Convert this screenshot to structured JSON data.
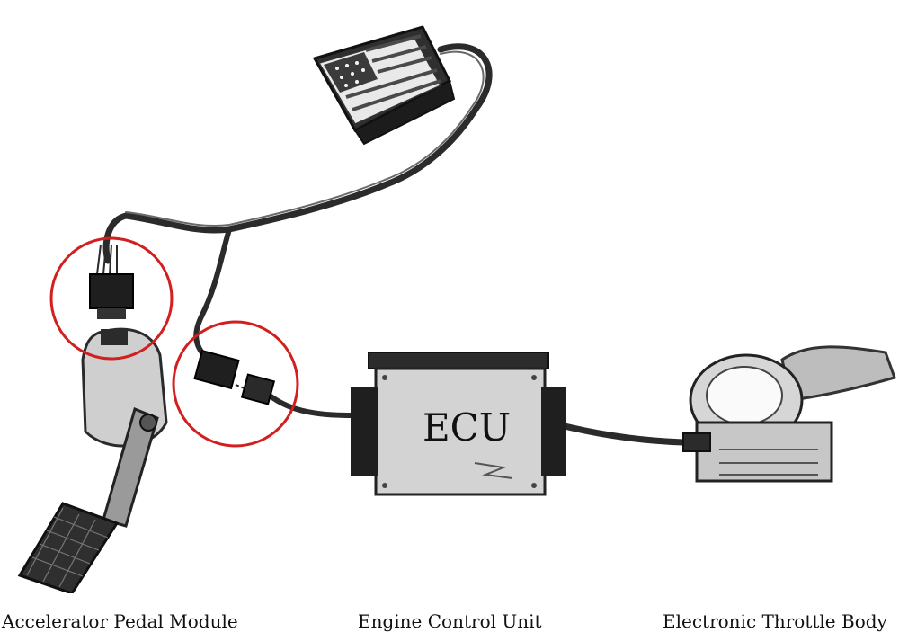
{
  "labels": {
    "ecu_text": "ECU",
    "pedal_caption": "Accelerator Pedal Module",
    "ecu_caption": "Engine Control Unit",
    "throttle_caption": "Electronic Throttle Body"
  },
  "highlights": {
    "color": "#d21f1f"
  },
  "icons": {
    "connector_box": "usa-flag-connector-icon",
    "pedal": "accelerator-pedal-icon",
    "ecu": "ecu-box-icon",
    "throttle": "throttle-body-icon"
  }
}
